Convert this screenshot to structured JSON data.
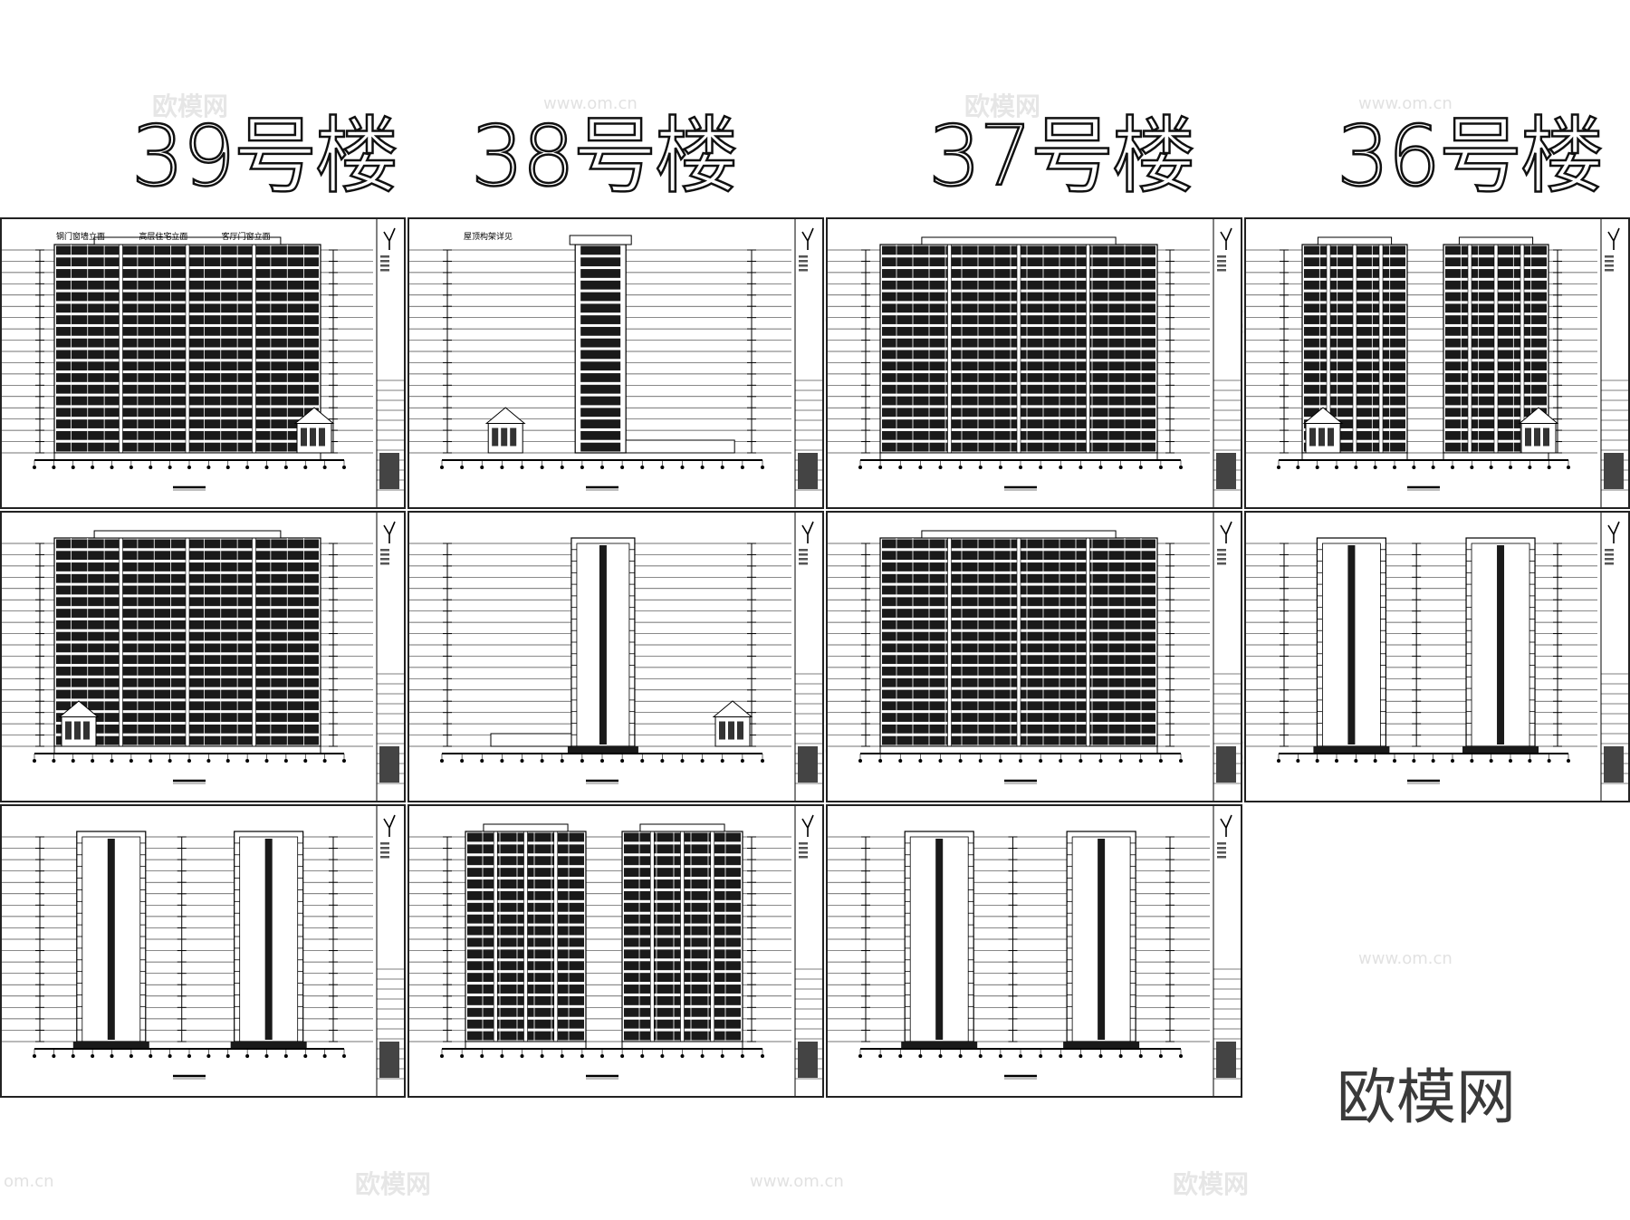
{
  "titles": {
    "b39": "39号楼",
    "b38": "38号楼",
    "b37": "37号楼",
    "b36": "36号楼"
  },
  "brand": "欧模网",
  "watermarks": {
    "brand": "欧模网",
    "url": "www.om.cn",
    "url_short": "om.cn"
  },
  "sheets": [
    {
      "id": "b39-front",
      "type": "dense",
      "annex": "right",
      "notes": [
        "钢门窗墙立面",
        "高层住宅立面",
        "客厅门窗立面"
      ]
    },
    {
      "id": "b38-front",
      "type": "tower",
      "annex": "left",
      "notes": [
        "屋顶构架详见"
      ]
    },
    {
      "id": "b37-front",
      "type": "dense",
      "annex": "none",
      "notes": []
    },
    {
      "id": "b36-front",
      "type": "pair-dense",
      "annex": "both",
      "notes": []
    },
    {
      "id": "b39-back",
      "type": "dense",
      "annex": "left",
      "notes": []
    },
    {
      "id": "b38-side",
      "type": "side",
      "annex": "right",
      "notes": []
    },
    {
      "id": "b37-back",
      "type": "dense",
      "annex": "none",
      "notes": []
    },
    {
      "id": "b36-side",
      "type": "pair-side",
      "annex": "none",
      "notes": []
    },
    {
      "id": "b39-side",
      "type": "pair-side",
      "annex": "none",
      "notes": []
    },
    {
      "id": "b38-back",
      "type": "pair-dense",
      "annex": "none",
      "notes": []
    },
    {
      "id": "b37-side",
      "type": "pair-side",
      "annex": "none",
      "notes": []
    }
  ]
}
